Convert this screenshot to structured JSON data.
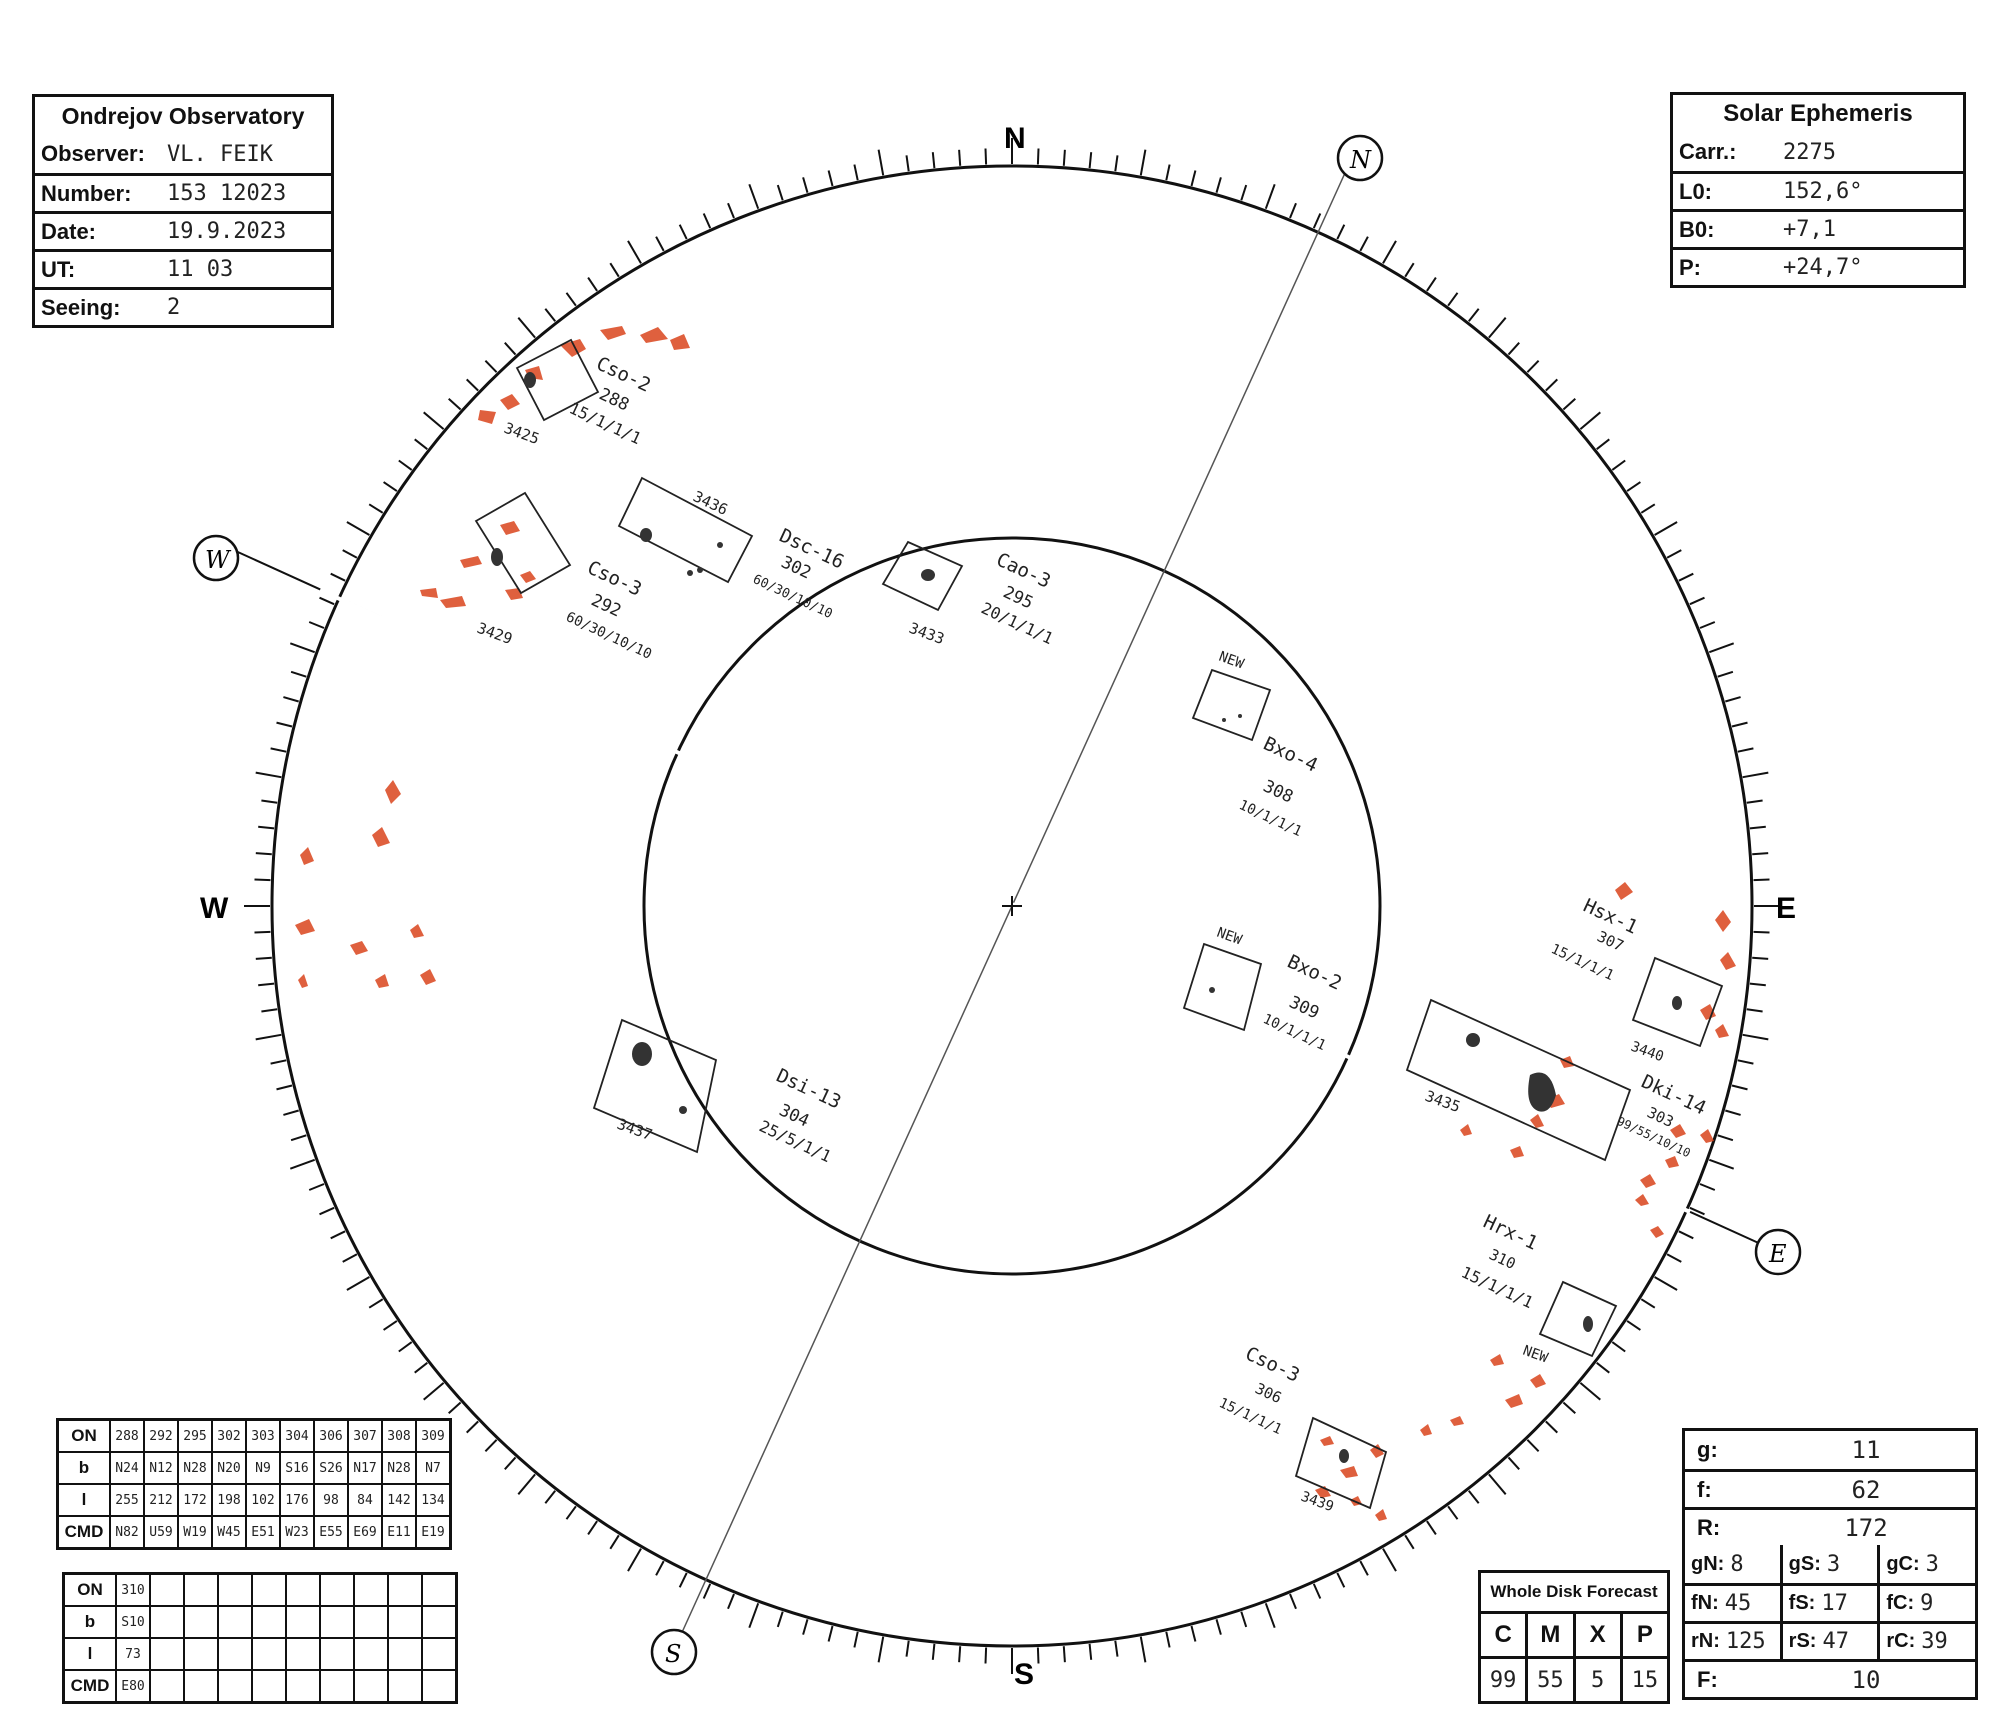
{
  "observatory": {
    "title": "Ondrejov Observatory",
    "fields": [
      {
        "label": "Observer:",
        "value": "VL. FEIK"
      },
      {
        "label": "Number:",
        "value": "153 12023"
      },
      {
        "label": "Date:",
        "value": "19.9.2023"
      },
      {
        "label": "UT:",
        "value": "11 03"
      },
      {
        "label": "Seeing:",
        "value": "2"
      }
    ]
  },
  "ephemeris": {
    "title": "Solar Ephemeris",
    "fields": [
      {
        "label": "Carr.:",
        "value": "2275"
      },
      {
        "label": "L0:",
        "value": "152,6°"
      },
      {
        "label": "B0:",
        "value": "+7,1"
      },
      {
        "label": "P:",
        "value": "+24,7°"
      }
    ]
  },
  "compass": {
    "n": "N",
    "s": "S",
    "e": "E",
    "w": "W",
    "cn": "N",
    "cs": "S",
    "ce": "E",
    "cw": "W"
  },
  "groups": [
    {
      "id": "3425",
      "class": "Cso-2",
      "carr": "288",
      "counts": "15/1/1/1"
    },
    {
      "id": "3436",
      "class": "Dsc-16",
      "carr": "302",
      "counts": "60/30/10/10"
    },
    {
      "id": "3429",
      "class": "Cso-3",
      "carr": "292",
      "counts": "60/30/10/10"
    },
    {
      "id": "3433",
      "class": "Cao-3",
      "carr": "295",
      "counts": "20/1/1/1"
    },
    {
      "id": "NEW",
      "class": "Bxo-4",
      "carr": "308",
      "counts": "10/1/1/1"
    },
    {
      "id": "NEW",
      "class": "Bxo-2",
      "carr": "309",
      "counts": "10/1/1/1"
    },
    {
      "id": "3440",
      "class": "Hsx-1",
      "carr": "307",
      "counts": "15/1/1/1"
    },
    {
      "id": "3435",
      "class": "Dki-14",
      "carr": "303",
      "counts": "99/55/10/10"
    },
    {
      "id": "3437",
      "class": "Dsi-13",
      "carr": "304",
      "counts": "25/5/1/1"
    },
    {
      "id": "NEW",
      "class": "Hrx-1",
      "carr": "310",
      "counts": "15/1/1/1"
    },
    {
      "id": "3439",
      "class": "Cso-3",
      "carr": "306",
      "counts": "15/1/1/1"
    }
  ],
  "table1": {
    "labels": [
      "ON",
      "b",
      "l",
      "CMD"
    ],
    "rows": [
      [
        "288",
        "292",
        "295",
        "302",
        "303",
        "304",
        "306",
        "307",
        "308",
        "309"
      ],
      [
        "N24",
        "N12",
        "N28",
        "N20",
        "N9",
        "S16",
        "S26",
        "N17",
        "N28",
        "N7"
      ],
      [
        "255",
        "212",
        "172",
        "198",
        "102",
        "176",
        "98",
        "84",
        "142",
        "134"
      ],
      [
        "N82",
        "U59",
        "W19",
        "W45",
        "E51",
        "W23",
        "E55",
        "E69",
        "E11",
        "E19"
      ]
    ]
  },
  "table2": {
    "labels": [
      "ON",
      "b",
      "l",
      "CMD"
    ],
    "rows": [
      [
        "310",
        "",
        "",
        "",
        "",
        "",
        "",
        "",
        "",
        ""
      ],
      [
        "S10",
        "",
        "",
        "",
        "",
        "",
        "",
        "",
        "",
        ""
      ],
      [
        "73",
        "",
        "",
        "",
        "",
        "",
        "",
        "",
        "",
        ""
      ],
      [
        "E80",
        "",
        "",
        "",
        "",
        "",
        "",
        "",
        "",
        ""
      ]
    ]
  },
  "forecast": {
    "title": "Whole Disk Forecast",
    "headers": [
      "C",
      "M",
      "X",
      "P"
    ],
    "values": [
      "99",
      "55",
      "5",
      "15"
    ]
  },
  "summary": {
    "g": {
      "label": "g:",
      "value": "11"
    },
    "f": {
      "label": "f:",
      "value": "62"
    },
    "R": {
      "label": "R:",
      "value": "172"
    },
    "trio": [
      [
        {
          "label": "gN:",
          "value": "8"
        },
        {
          "label": "gS:",
          "value": "3"
        },
        {
          "label": "gC:",
          "value": "3"
        }
      ],
      [
        {
          "label": "fN:",
          "value": "45"
        },
        {
          "label": "fS:",
          "value": "17"
        },
        {
          "label": "fC:",
          "value": "9"
        }
      ],
      [
        {
          "label": "rN:",
          "value": "125"
        },
        {
          "label": "rS:",
          "value": "47"
        },
        {
          "label": "rC:",
          "value": "39"
        }
      ]
    ],
    "F": {
      "label": "F:",
      "value": "10"
    }
  }
}
